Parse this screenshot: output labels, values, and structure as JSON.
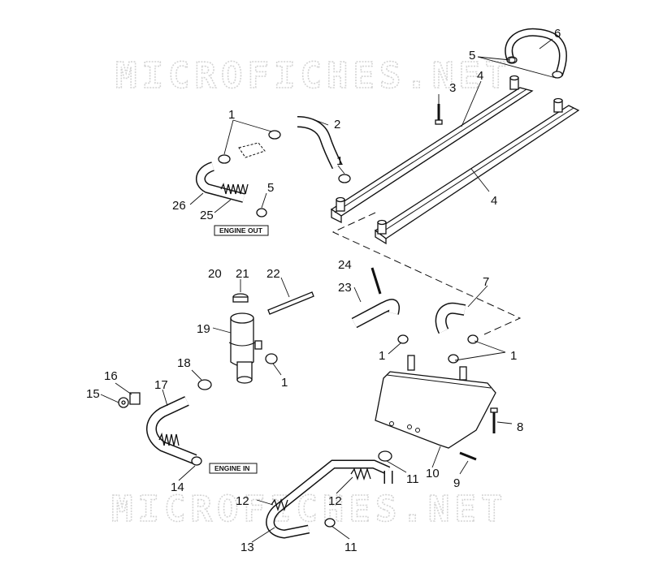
{
  "watermark": {
    "top": "MICROFICHES.NET",
    "bottom": "MICROFICHES.NET"
  },
  "boxes": {
    "engine_out": "ENGINE OUT",
    "engine_in": "ENGINE IN"
  },
  "callouts": {
    "c1a": "1",
    "c1b": "1",
    "c1c": "1",
    "c1d": "1",
    "c1e": "1",
    "c2": "2",
    "c3": "3",
    "c4a": "4",
    "c4b": "4",
    "c5a": "5",
    "c5b": "5",
    "c6": "6",
    "c7": "7",
    "c8": "8",
    "c9": "9",
    "c10": "10",
    "c11a": "11",
    "c11b": "11",
    "c12a": "12",
    "c12b": "12",
    "c13": "13",
    "c14": "14",
    "c15": "15",
    "c16": "16",
    "c17": "17",
    "c18": "18",
    "c19": "19",
    "c20": "20",
    "c21": "21",
    "c22": "22",
    "c23": "23",
    "c24": "24",
    "c25": "25",
    "c26": "26"
  }
}
